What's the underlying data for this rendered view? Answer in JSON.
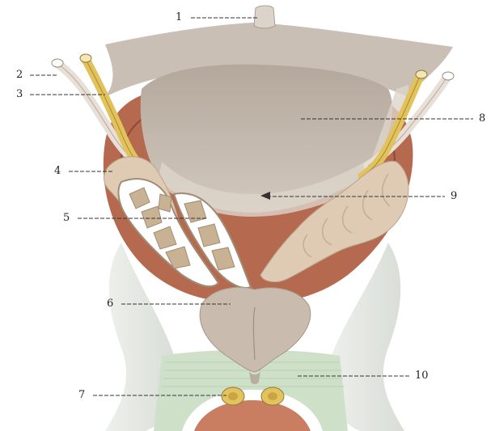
{
  "labels": {
    "l1": "1",
    "l2": "2",
    "l3": "3",
    "l4": "4",
    "l5": "5",
    "l6": "6",
    "l7": "7",
    "l8": "8",
    "l9": "9",
    "l10": "10"
  },
  "colors": {
    "background": "#ffffff",
    "peritoneum": "#c9bfb4",
    "bladder": "#b9ada1",
    "muscle": "#b56a4f",
    "vas_deferens": "#e2c25a",
    "ureter": "#e8dfd6",
    "seminal_vesicle": "#dfcbb3",
    "prostate": "#c9bcae",
    "fascia": "#dfe5de",
    "urogenital": "#cfe0c8",
    "leader": "#333333"
  }
}
